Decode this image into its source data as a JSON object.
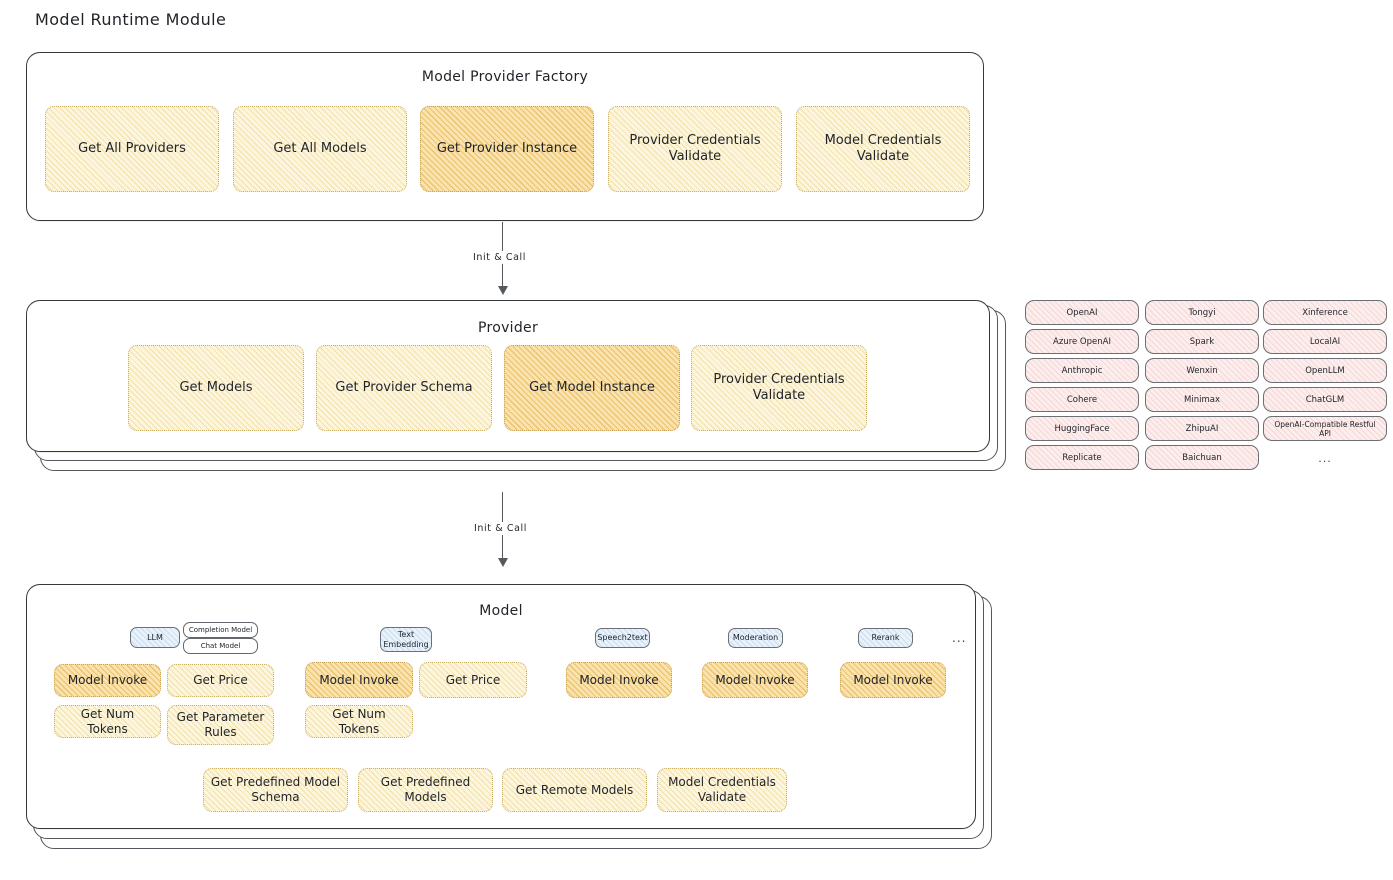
{
  "title": "Model Runtime Module",
  "sections": {
    "factory": {
      "title": "Model Provider Factory",
      "nodes": [
        {
          "label": "Get All Providers",
          "highlight": false
        },
        {
          "label": "Get All Models",
          "highlight": false
        },
        {
          "label": "Get Provider Instance",
          "highlight": true
        },
        {
          "label": "Provider Credentials Validate",
          "highlight": false
        },
        {
          "label": "Model Credentials Validate",
          "highlight": false
        }
      ]
    },
    "provider": {
      "title": "Provider",
      "nodes": [
        {
          "label": "Get Models",
          "highlight": false
        },
        {
          "label": "Get Provider Schema",
          "highlight": false
        },
        {
          "label": "Get Model Instance",
          "highlight": true
        },
        {
          "label": "Provider Credentials Validate",
          "highlight": false
        }
      ]
    },
    "model": {
      "title": "Model",
      "types": [
        {
          "name": "LLM",
          "sub": [
            "Completion Model",
            "Chat Model"
          ]
        },
        {
          "name": "Text Embedding",
          "sub": []
        },
        {
          "name": "Speech2text",
          "sub": []
        },
        {
          "name": "Moderation",
          "sub": []
        },
        {
          "name": "Rerank",
          "sub": []
        }
      ],
      "types_ellipsis": "...",
      "columns": [
        {
          "nodes": [
            "Model Invoke",
            "Get Price",
            "Get Num Tokens",
            "Get Parameter Rules"
          ]
        },
        {
          "nodes": [
            "Model Invoke",
            "Get Price",
            "Get Num Tokens"
          ]
        },
        {
          "nodes": [
            "Model Invoke"
          ]
        },
        {
          "nodes": [
            "Model Invoke"
          ]
        },
        {
          "nodes": [
            "Model Invoke"
          ]
        }
      ],
      "shared_nodes": [
        "Get Predefined Model Schema",
        "Get Predefined Models",
        "Get Remote Models",
        "Model Credentials Validate"
      ]
    }
  },
  "arrows": [
    {
      "label": "Init & Call"
    },
    {
      "label": "Init & Call"
    }
  ],
  "provider_list": {
    "col1": [
      "OpenAI",
      "Azure OpenAI",
      "Anthropic",
      "Cohere",
      "HuggingFace",
      "Replicate"
    ],
    "col2": [
      "Tongyi",
      "Spark",
      "Wenxin",
      "Minimax",
      "ZhipuAI",
      "Baichuan"
    ],
    "col3": [
      "Xinference",
      "LocalAI",
      "OpenLLM",
      "ChatGLM",
      "OpenAI-Compatible Restful API"
    ],
    "ellipsis": "..."
  },
  "colors": {
    "node_fill": "#fdf6df",
    "node_highlight": "#fbe3b0",
    "chip_fill": "#fdeeee",
    "badge_fill": "#e9f2fb",
    "stroke": "#33383d"
  }
}
